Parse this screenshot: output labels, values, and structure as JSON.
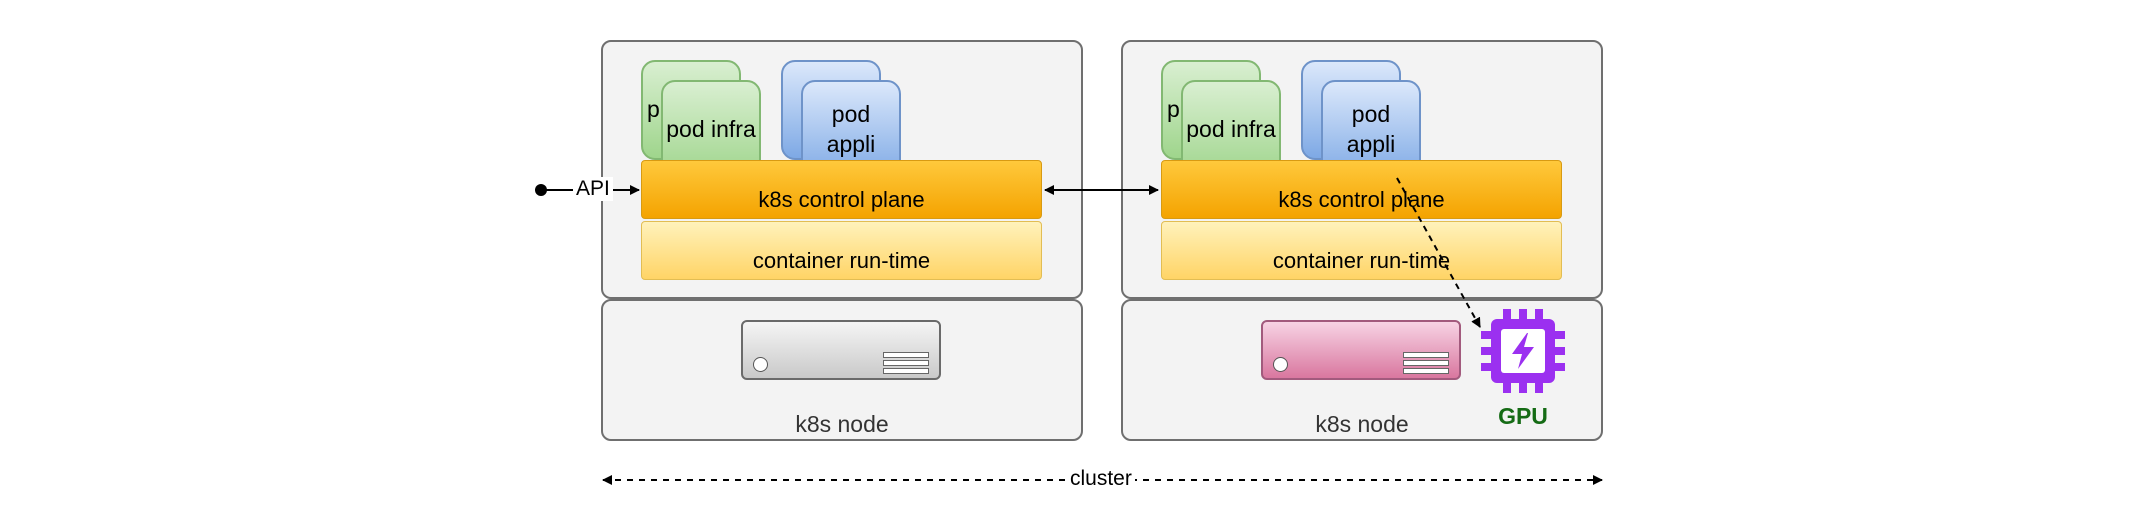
{
  "labels": {
    "api": "API",
    "cluster": "cluster",
    "gpu": "GPU"
  },
  "nodes": [
    {
      "control_plane": "k8s control plane",
      "runtime": "container run-time",
      "node_label": "k8s node",
      "pod_infra_back": "p",
      "pod_infra": "pod infra",
      "pod_appli": "pod\nappli"
    },
    {
      "control_plane": "k8s control plane",
      "runtime": "container run-time",
      "node_label": "k8s node",
      "pod_infra_back": "p",
      "pod_infra": "pod infra",
      "pod_appli": "pod\nappli"
    }
  ],
  "colors": {
    "gpu_icon": "#9b30f0",
    "gpu_label": "#156b15",
    "control_plane": "#f4a300",
    "runtime": "#ffd466",
    "pod_infra": "#9fd58c",
    "pod_appli": "#7ea9e5"
  },
  "icons": {
    "server": "server-icon",
    "gpu": "gpu-chip-icon"
  }
}
